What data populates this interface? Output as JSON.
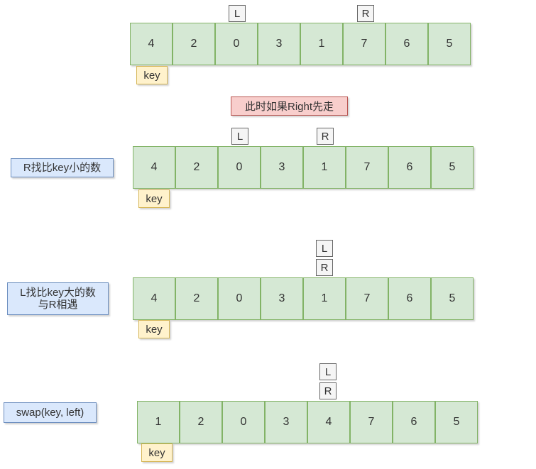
{
  "note": "此时如果Right先走",
  "pointer_labels": {
    "left": "L",
    "right": "R"
  },
  "key_label": "key",
  "steps": [
    {
      "description": "",
      "values": [
        "4",
        "2",
        "0",
        "3",
        "1",
        "7",
        "6",
        "5"
      ],
      "left_index": 2,
      "right_index": 5,
      "key_index": 0
    },
    {
      "description": "R找比key小的数",
      "values": [
        "4",
        "2",
        "0",
        "3",
        "1",
        "7",
        "6",
        "5"
      ],
      "left_index": 2,
      "right_index": 4,
      "key_index": 0
    },
    {
      "description": "L找比key大的数\n与R相遇",
      "values": [
        "4",
        "2",
        "0",
        "3",
        "1",
        "7",
        "6",
        "5"
      ],
      "left_index": 4,
      "right_index": 4,
      "key_index": 0
    },
    {
      "description": "swap(key, left)",
      "values": [
        "1",
        "2",
        "0",
        "3",
        "4",
        "7",
        "6",
        "5"
      ],
      "left_index": 4,
      "right_index": 4,
      "key_index": 0
    }
  ]
}
